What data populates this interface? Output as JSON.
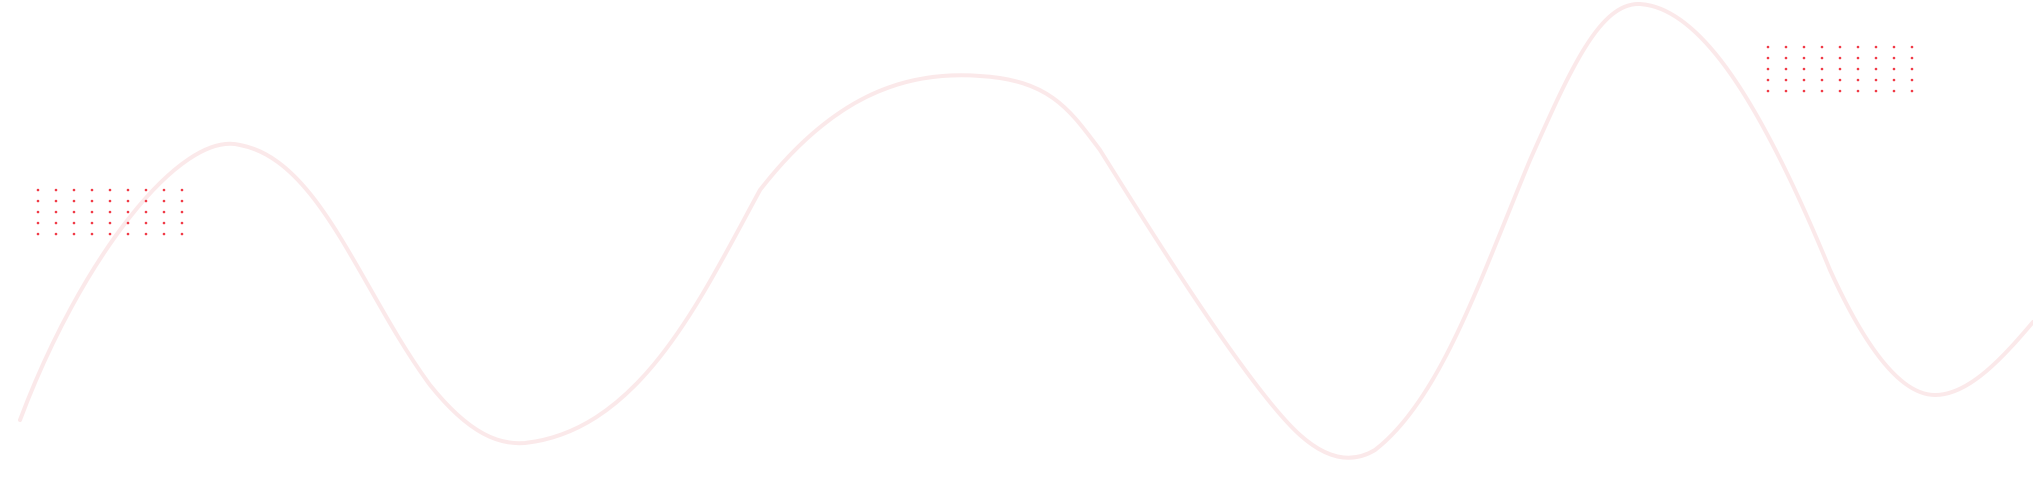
{
  "decor": {
    "wave_color": "#fbe9ea",
    "dot_color": "#f03a46",
    "dot_grid_left": {
      "rows": 5,
      "cols": 9
    },
    "dot_grid_right": {
      "rows": 5,
      "cols": 9
    }
  }
}
